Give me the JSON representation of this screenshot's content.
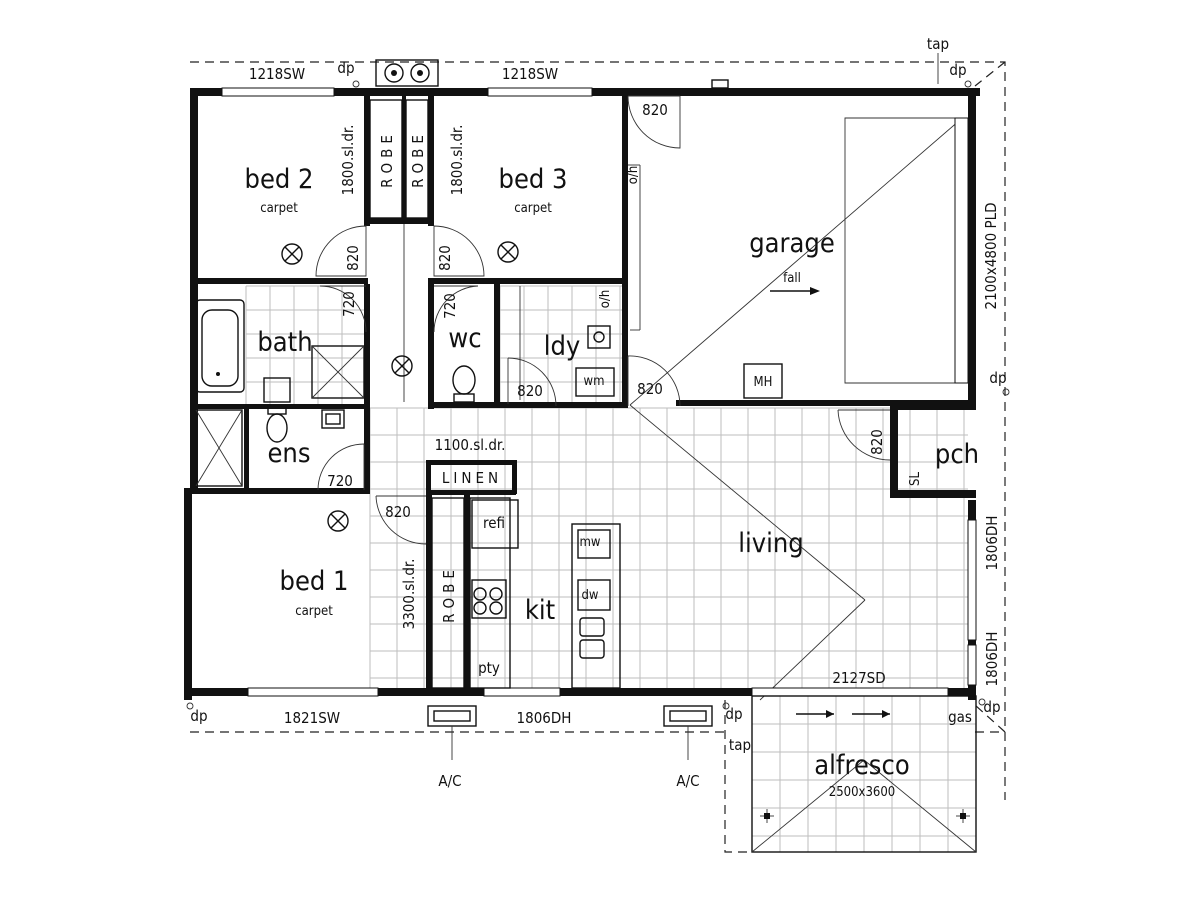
{
  "rooms": {
    "bed2": {
      "name": "bed 2",
      "finish": "carpet"
    },
    "bed3": {
      "name": "bed 3",
      "finish": "carpet"
    },
    "bed1": {
      "name": "bed 1",
      "finish": "carpet"
    },
    "garage": {
      "name": "garage",
      "note": "fall"
    },
    "bath": {
      "name": "bath"
    },
    "wc": {
      "name": "wc"
    },
    "ldy": {
      "name": "ldy"
    },
    "ens": {
      "name": "ens"
    },
    "pch": {
      "name": "pch"
    },
    "living": {
      "name": "living"
    },
    "kit": {
      "name": "kit"
    },
    "alfresco": {
      "name": "alfresco",
      "size": "2500x3600"
    }
  },
  "labels": {
    "robe": "ROBE",
    "linen": "LINEN",
    "mw": "mw",
    "dw": "dw",
    "refi": "refi",
    "pty": "pty",
    "wm": "wm",
    "mh": "MH",
    "oh": "o/h",
    "sl": "SL",
    "dp": "dp",
    "tap": "tap",
    "gas": "gas",
    "ac": "A/C"
  },
  "windows": {
    "w_top_left": "1218SW",
    "w_top_mid": "1218SW",
    "w_bottom_left": "1821SW",
    "w_bottom_mid": "1806DH",
    "w_right_upper": "1806DH",
    "w_right_lower": "1806DH",
    "w_sliding": "2127SD",
    "garage_door": "2100x4800 PLD"
  },
  "doors": {
    "d820": "820",
    "d720": "720"
  },
  "wardrobes": {
    "robe_b2": "1800.sl.dr.",
    "robe_b3": "1800.sl.dr.",
    "linen_dr": "1100.sl.dr.",
    "robe_b1": "3300.sl.dr."
  }
}
